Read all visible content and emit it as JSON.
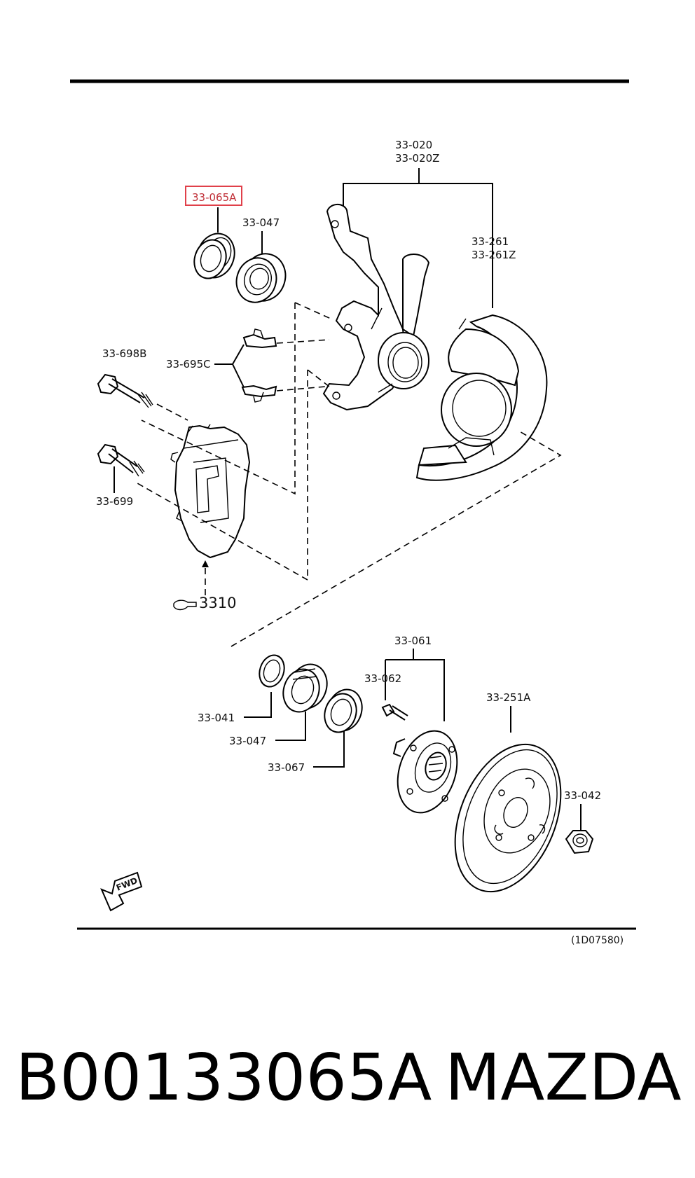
{
  "labels": {
    "knuckle_a": "33-020",
    "knuckle_b": "33-020Z",
    "seal_top": "33-065A",
    "bearing_top": "33-047",
    "shield_a": "33-261",
    "shield_b": "33-261Z",
    "bolt_top": "33-698B",
    "clip": "33-695C",
    "bolt_bottom": "33-699",
    "caliper_ref": "3310",
    "hub": "33-061",
    "hub_bolt": "33-062",
    "disc": "33-251A",
    "seal_left": "33-041",
    "bearing_bottom": "33-047",
    "seal_right": "33-067",
    "nut": "33-042",
    "fwd": "FWD",
    "drawing_code": "(1D07580)"
  },
  "caption": {
    "part_number": "B00133065A",
    "brand": "MAZDA"
  },
  "colors": {
    "highlight": "#e0404a"
  }
}
